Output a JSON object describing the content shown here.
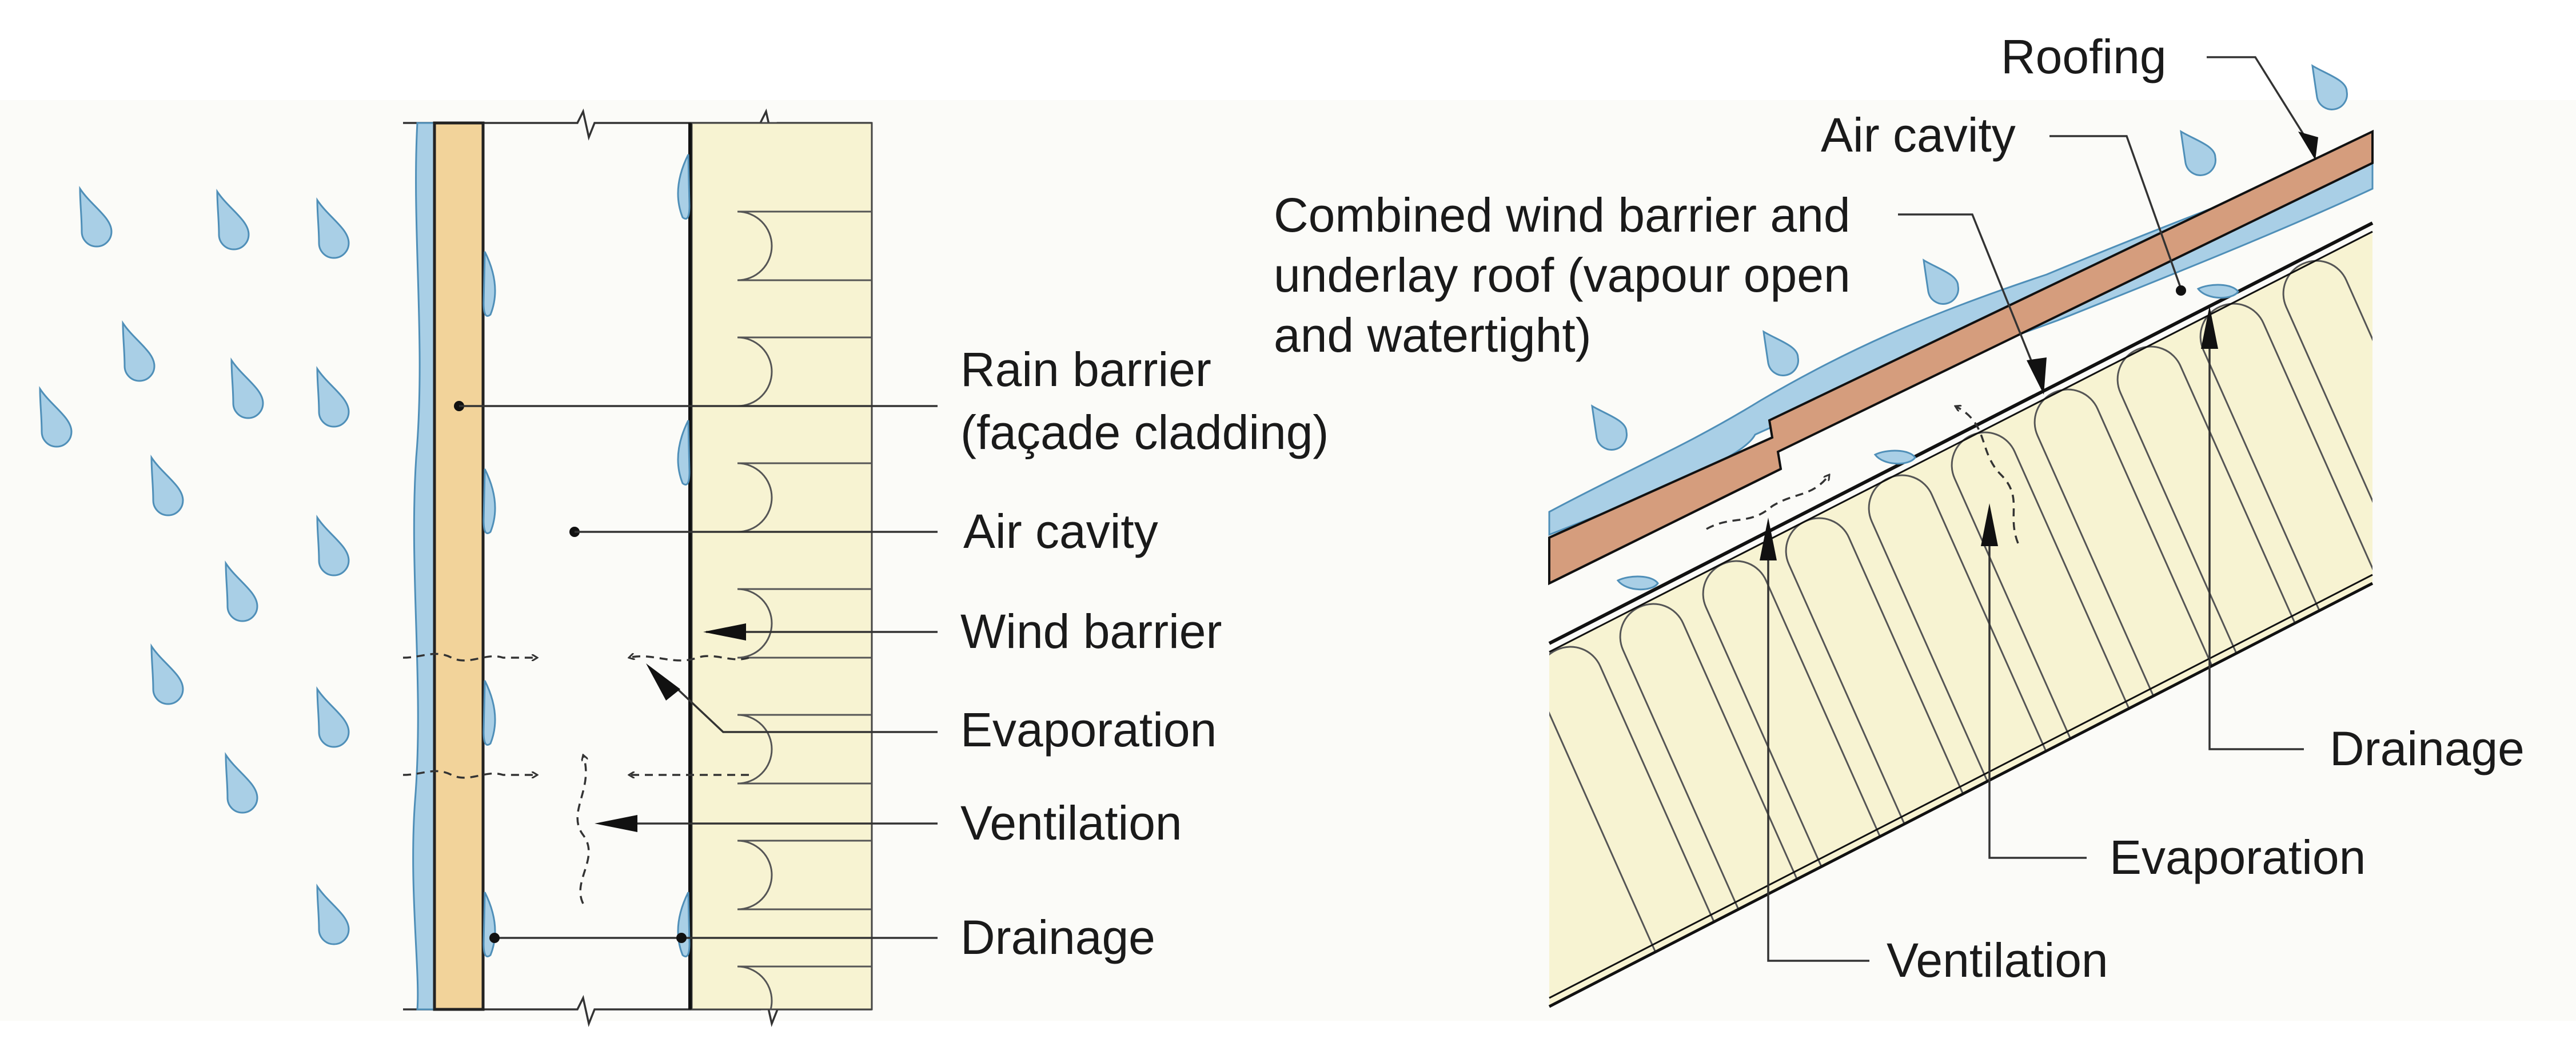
{
  "wall": {
    "labels": {
      "rain_barrier_1": "Rain barrier",
      "rain_barrier_2": "(façade cladding)",
      "air_cavity": "Air cavity",
      "wind_barrier": "Wind barrier",
      "evaporation": "Evaporation",
      "ventilation": "Ventilation",
      "drainage": "Drainage"
    }
  },
  "roof": {
    "labels": {
      "roofing": "Roofing",
      "air_cavity": "Air cavity",
      "underlay_1": "Combined wind barrier and",
      "underlay_2": "underlay roof (vapour open",
      "underlay_3": "and watertight)",
      "drainage": "Drainage",
      "evaporation": "Evaporation",
      "ventilation": "Ventilation"
    }
  },
  "colors": {
    "rain_drop": "#a9cfe6",
    "rain_drop_stroke": "#4f8fb8",
    "cladding_wood": "#f2d39a",
    "insulation": "#f7f3d2",
    "roofing": "#d59d7d",
    "background_panel": "#fbfbf8"
  },
  "icons": [
    "raindrop-icon",
    "arrow-head-icon",
    "break-line-icon"
  ]
}
